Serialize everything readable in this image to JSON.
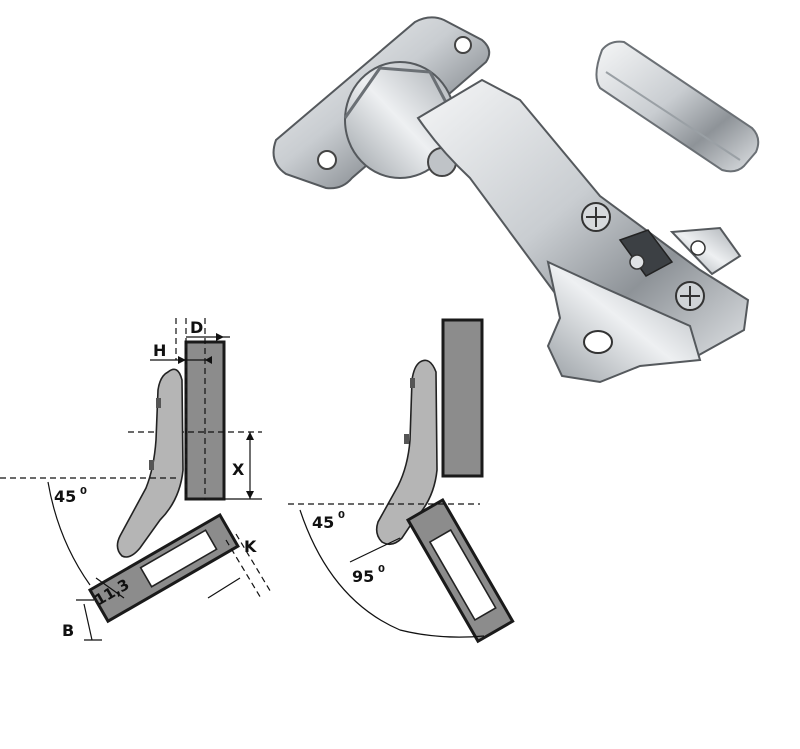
{
  "diagram": {
    "left": {
      "labels": {
        "d": "D",
        "h": "H",
        "x": "X",
        "angle": "45",
        "angle_unit": "0",
        "k": "K",
        "b": "B",
        "measure": "11,3"
      }
    },
    "right": {
      "labels": {
        "angle_small": "45",
        "angle_small_unit": "0",
        "angle_large": "95",
        "angle_large_unit": "0"
      }
    }
  },
  "colors": {
    "panel": "#8c8c8c",
    "hinge_body": "#b5b5b5",
    "steel_light": "#e9ecef",
    "steel_dark": "#6b7075"
  },
  "photo": {
    "items": [
      "hinge-photo-icon",
      "cover-cap-photo-icon"
    ]
  }
}
